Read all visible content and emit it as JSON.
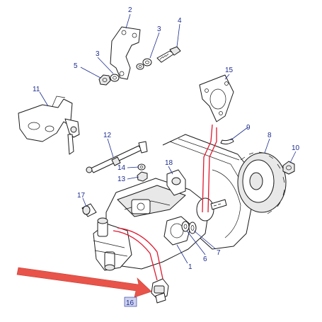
{
  "callouts": {
    "c1": "1",
    "c2": "2",
    "c3a": "3",
    "c3b": "3",
    "c4": "4",
    "c5": "5",
    "c6": "6",
    "c7": "7",
    "c8": "8",
    "c9": "9",
    "c10": "10",
    "c11": "11",
    "c12": "12",
    "c13": "13",
    "c14": "14",
    "c15": "15",
    "c16": "16",
    "c17": "17",
    "c18": "18"
  },
  "highlighted_part": "16",
  "colors": {
    "callout_text": "#1d2d8f",
    "highlight_box": "#cfd3f0",
    "pointer_arrow": "#e8544a",
    "red_guide_lines": "#e0182d"
  }
}
